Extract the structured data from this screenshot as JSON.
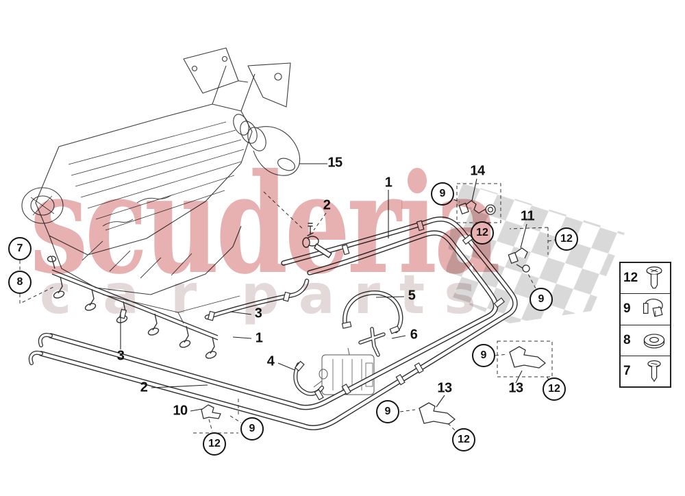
{
  "watermark": {
    "brand": "scuderia",
    "tagline_car": "car",
    "tagline_parts": "parts"
  },
  "part_labels": {
    "p15": "15",
    "p1a": "1",
    "p2a": "2",
    "p14": "14",
    "p11": "11",
    "p3a": "3",
    "p1b": "1",
    "p5": "5",
    "p6": "6",
    "p4": "4",
    "p3b": "3",
    "p2b": "2",
    "p10": "10",
    "p13a": "13",
    "p13b": "13"
  },
  "circle_callouts": {
    "c7": "7",
    "c8": "8",
    "c9a": "9",
    "c12a": "12",
    "c12b": "12",
    "c9b": "9",
    "c9c": "9",
    "c12c": "12",
    "c9d": "9",
    "c12d": "12",
    "c9e": "9",
    "c12e": "12"
  },
  "legend": {
    "rows": [
      {
        "number": "12",
        "icon": "pan-head-screw-with-washer"
      },
      {
        "number": "9",
        "icon": "hose-retaining-clip"
      },
      {
        "number": "8",
        "icon": "flat-washer"
      },
      {
        "number": "7",
        "icon": "pan-head-screw"
      }
    ]
  },
  "decorations": {
    "background_motif": "checkered-flag-pattern",
    "engine_art": "v10-engine-line-drawing"
  },
  "colors": {
    "brand_watermark": "#c43b3b",
    "tagline_watermark": "#a48080",
    "checker_gray": "#d9d9d9",
    "line_art": "#3a3a3a"
  }
}
